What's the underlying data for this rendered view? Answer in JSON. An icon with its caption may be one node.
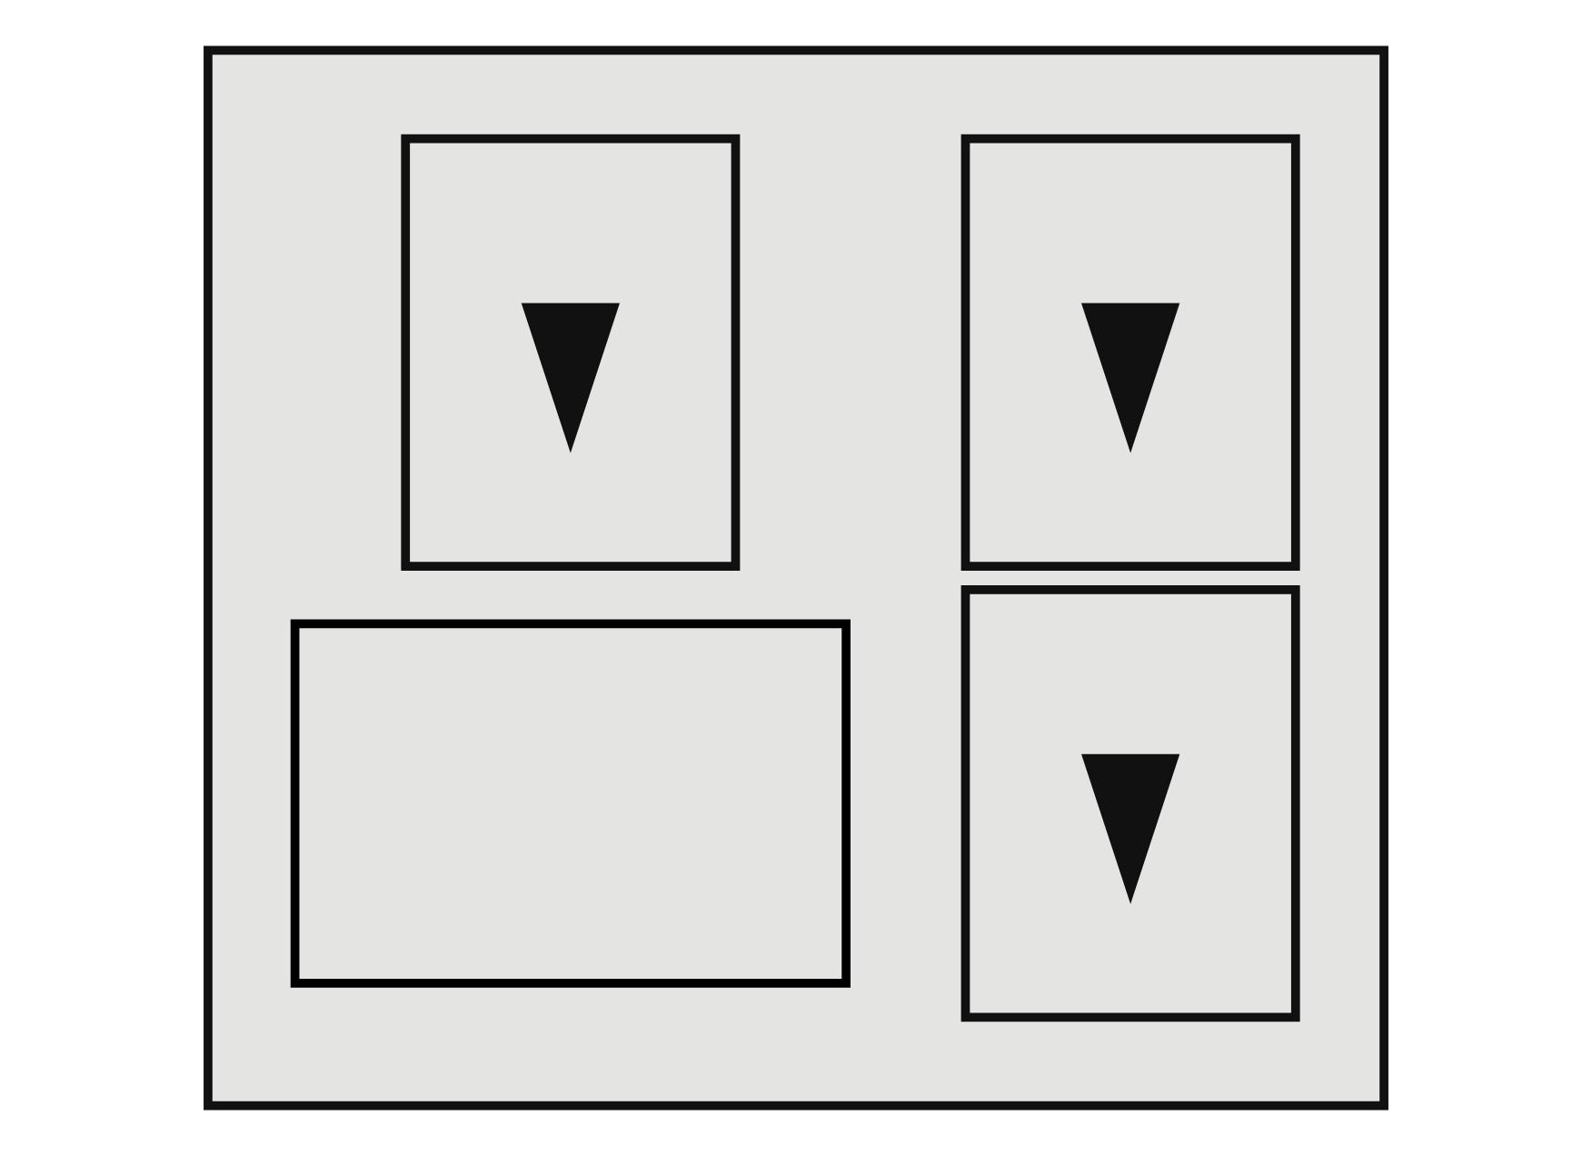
{
  "diagram": {
    "nodes": [
      {
        "text": [],
        "shape": "box"
      },
      {
        "text": [],
        "shape": "box",
        "in": 0
      },
      {
        "text": [],
        "shape": "arrow",
        "in": 1
      },
      {
        "text": [],
        "shape": "box",
        "in": 0
      },
      {
        "text": [],
        "shape": "arrow",
        "in": 3
      },
      {
        "text": [],
        "shape": "box",
        "in": 0
      },
      {
        "text": [],
        "shape": "arrow",
        "in": 5
      },
      {
        "text": [],
        "shape": "box",
        "in": 0
      }
    ],
    "edges": []
  }
}
